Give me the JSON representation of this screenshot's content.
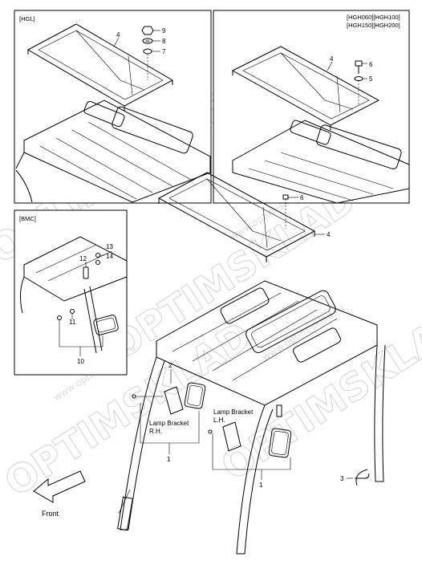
{
  "panels": {
    "hgl": {
      "tag": "[HGL]"
    },
    "hgh": {
      "tag_line1": "[HGH060][HGH100]",
      "tag_line2": "[HGH150][HGH200]"
    },
    "bmc": {
      "tag": "[BMC]"
    }
  },
  "callouts": {
    "hgl_frame": "4",
    "hgl_nut": "9",
    "hgl_washer": "8",
    "hgl_spring_washer": "7",
    "hgh_frame": "4",
    "hgh_bolt": "6",
    "hgh_washer": "5",
    "main_bolt": "6",
    "main_frame": "4",
    "bmc_bolt": "12",
    "bmc_nut": "13",
    "bmc_washer": "14",
    "bmc_nut2": "11",
    "bmc_group": "10",
    "rh_clip": "2",
    "rh_group": "1",
    "lh_group": "1",
    "hose": "3"
  },
  "labels": {
    "lamp_rh_line1": "Lamp Bracket",
    "lamp_rh_line2": "R.H.",
    "lamp_lh_line1": "Lamp Bracket",
    "lamp_lh_line2": "L.H.",
    "front": "Front"
  },
  "watermark": {
    "brand": "OPTIMSKLAD",
    "url": "www.optim-sklad.ru"
  }
}
